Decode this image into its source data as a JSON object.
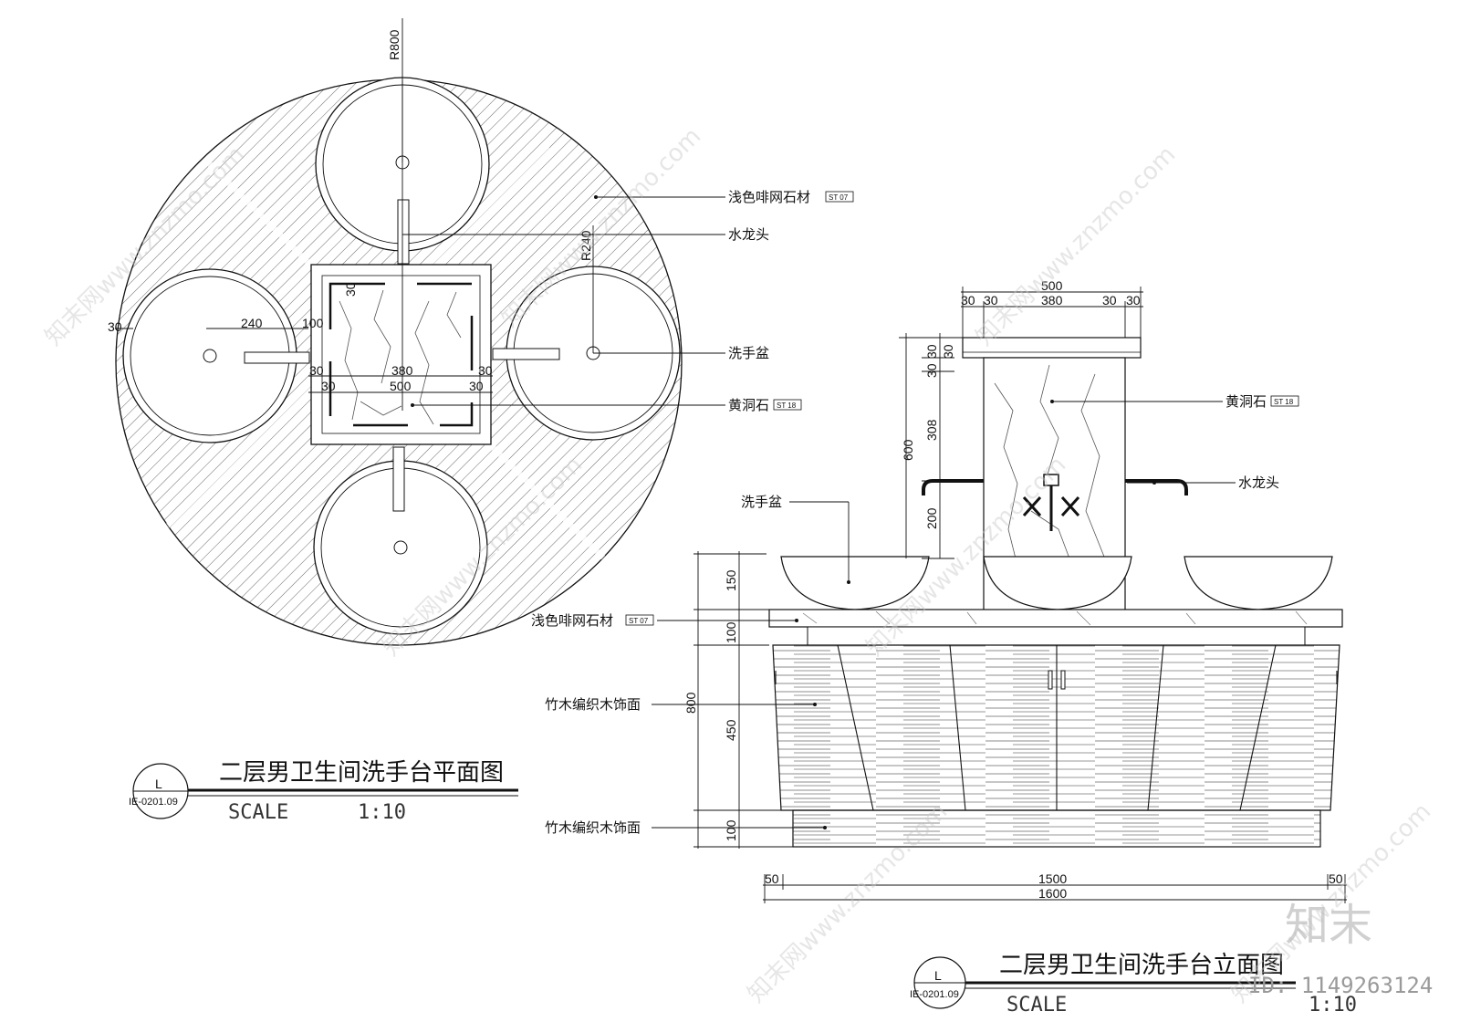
{
  "plan": {
    "title": "二层男卫生间洗手台平面图",
    "scale_label": "SCALE",
    "scale_value": "1:10",
    "ref_letter": "L",
    "ref_code": "IE-0201.09",
    "dims": {
      "r800": "R800",
      "r240": "R240",
      "d30_top": "30",
      "d30_left": "30",
      "d240": "240",
      "d100": "100",
      "d380": "380",
      "d30a": "30",
      "d30b": "30",
      "d30c": "30",
      "d30d": "30",
      "d500": "500"
    },
    "labels": {
      "stone": "浅色啡网石材",
      "faucet": "水龙头",
      "basin": "洗手盆",
      "travertine": "黄洞石"
    },
    "tags": {
      "stone": "ST 07",
      "travertine": "ST 18"
    }
  },
  "elevation": {
    "title": "二层男卫生间洗手台立面图",
    "scale_label": "SCALE",
    "scale_value": "1:10",
    "ref_letter": "L",
    "ref_code": "IE-0201.09",
    "dims": {
      "d500": "500",
      "d30a": "30",
      "d30b": "30",
      "d380": "380",
      "d30c": "30",
      "d30d": "30",
      "v30a": "30",
      "v30b": "30",
      "v30c": "30",
      "v308": "308",
      "v600": "600",
      "v200": "200",
      "v150": "150",
      "v100a": "100",
      "v800": "800",
      "v450": "450",
      "v100b": "100",
      "h50a": "50",
      "h1500": "1500",
      "h50b": "50",
      "h1600": "1600"
    },
    "labels": {
      "travertine": "黄洞石",
      "faucet": "水龙头",
      "basin": "洗手盆",
      "stone": "浅色啡网石材",
      "bamboo1": "竹木编织木饰面",
      "bamboo2": "竹木编织木饰面"
    },
    "tags": {
      "travertine": "ST 18",
      "stone": "ST 07"
    }
  },
  "watermarks": {
    "site": "知末网www.znzmo.com",
    "brand": "知末",
    "id": "ID: 1149263124"
  }
}
